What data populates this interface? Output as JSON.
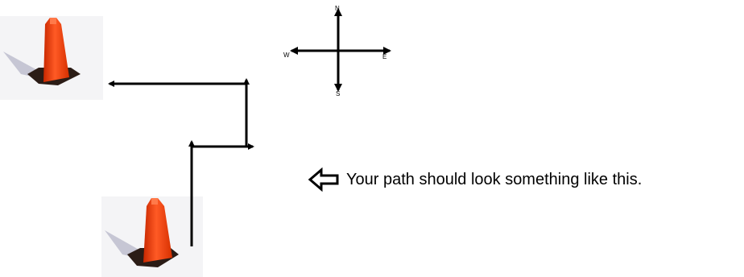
{
  "compass": {
    "north": "N",
    "south": "S",
    "east": "E",
    "west": "W"
  },
  "caption": {
    "text": "Your path should look something like this."
  },
  "icons": {
    "cone_start": "traffic-cone-icon",
    "cone_end": "traffic-cone-icon",
    "caption_arrow": "hollow-arrow-left-icon"
  },
  "colors": {
    "cone_orange": "#ff4a1a",
    "cone_base": "#2a1a14",
    "path_stroke": "#000000",
    "shadow": "#c8c8d8"
  }
}
